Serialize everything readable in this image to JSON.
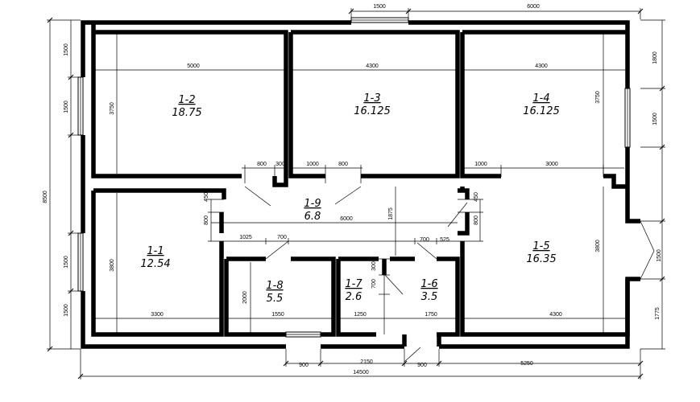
{
  "rooms": [
    {
      "id": "1-2",
      "name": "1-2",
      "area": "18.75"
    },
    {
      "id": "1-3",
      "name": "1-3",
      "area": "16.125"
    },
    {
      "id": "1-4",
      "name": "1-4",
      "area": "16.125"
    },
    {
      "id": "1-9",
      "name": "1-9",
      "area": "6.8"
    },
    {
      "id": "1-1",
      "name": "1-1",
      "area": "12.54"
    },
    {
      "id": "1-5",
      "name": "1-5",
      "area": "16.35"
    },
    {
      "id": "1-8",
      "name": "1-8",
      "area": "5.5"
    },
    {
      "id": "1-7",
      "name": "1-7",
      "area": "2.6"
    },
    {
      "id": "1-6",
      "name": "1-6",
      "area": "3.5"
    }
  ],
  "dimensions": {
    "top_window": "1500",
    "top_right": "6000",
    "left_overall": "8500",
    "left_1": "1500",
    "left_2": "1500",
    "left_3": "1500",
    "left_4": "1500",
    "right_1": "1800",
    "right_2": "1500",
    "right_3": "1500",
    "right_4": "1775",
    "r12_width": "5000",
    "r12_depth": "3750",
    "r13_width": "4300",
    "r14_width": "4300",
    "r14_depth": "3750",
    "d_800_a": "800",
    "d_300": "300",
    "d_1000_a": "1000",
    "d_800_b": "800",
    "d_1000_b": "1000",
    "d_3000": "3000",
    "d_450_a": "450",
    "d_800_c": "800",
    "d_450_b": "450",
    "d_800_d": "800",
    "d_6000_hall": "6000",
    "d_1875": "1875",
    "d_1025": "1025",
    "d_700_a": "700",
    "d_700_b": "700",
    "d_525": "525",
    "r11_depth": "3800",
    "r11_width": "3300",
    "r15_depth": "3800",
    "r15_width": "4300",
    "r18_depth": "2000",
    "r18_width": "1550",
    "d_300_b": "300",
    "d_700_c": "700",
    "r17_width": "1250",
    "r16_width": "1750",
    "bottom_900_a": "900",
    "bottom_2150": "2150",
    "bottom_900_b": "900",
    "bottom_5250": "5250",
    "bottom_overall": "14500"
  }
}
